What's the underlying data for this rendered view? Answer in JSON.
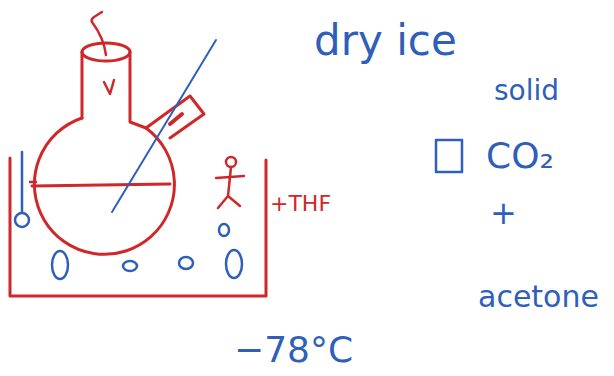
{
  "diagram": {
    "labels": [
      "dry ice",
      "solid",
      "CO₂",
      "+",
      "acetone",
      "−78°C",
      "+THF"
    ]
  }
}
